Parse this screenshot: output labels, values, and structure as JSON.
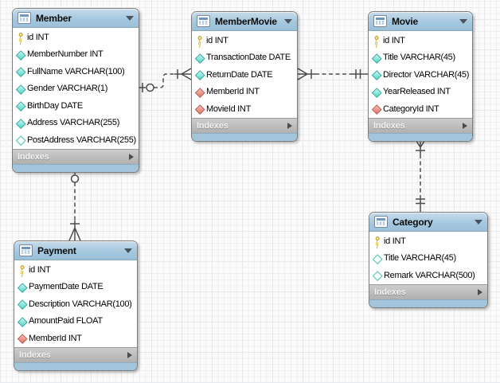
{
  "canvas": {
    "kind": "eer-diagram-grid-canvas"
  },
  "tables": {
    "member": {
      "name": "Member",
      "columns": [
        {
          "text": "id INT",
          "icon": "primary-key"
        },
        {
          "text": "MemberNumber INT",
          "icon": "column"
        },
        {
          "text": "FullName VARCHAR(100)",
          "icon": "column"
        },
        {
          "text": "Gender VARCHAR(1)",
          "icon": "column"
        },
        {
          "text": "BirthDay DATE",
          "icon": "column"
        },
        {
          "text": "Address VARCHAR(255)",
          "icon": "column"
        },
        {
          "text": "PostAddress VARCHAR(255)",
          "icon": "column-nullable"
        }
      ],
      "footer": "Indexes"
    },
    "membermovie": {
      "name": "MemberMovie",
      "columns": [
        {
          "text": "id INT",
          "icon": "primary-key"
        },
        {
          "text": "TransactionDate DATE",
          "icon": "column"
        },
        {
          "text": "ReturnDate DATE",
          "icon": "column"
        },
        {
          "text": "MemberId INT",
          "icon": "foreign-key"
        },
        {
          "text": "MovieId INT",
          "icon": "foreign-key"
        }
      ],
      "footer": "Indexes"
    },
    "movie": {
      "name": "Movie",
      "columns": [
        {
          "text": "id INT",
          "icon": "primary-key"
        },
        {
          "text": "Title VARCHAR(45)",
          "icon": "column"
        },
        {
          "text": "Director VARCHAR(45)",
          "icon": "column"
        },
        {
          "text": "YearReleased INT",
          "icon": "column"
        },
        {
          "text": "CategoryId INT",
          "icon": "foreign-key"
        }
      ],
      "footer": "Indexes"
    },
    "category": {
      "name": "Category",
      "columns": [
        {
          "text": "id INT",
          "icon": "primary-key"
        },
        {
          "text": "Title VARCHAR(45)",
          "icon": "column-nullable"
        },
        {
          "text": "Remark VARCHAR(500)",
          "icon": "column-nullable"
        }
      ],
      "footer": "Indexes"
    },
    "payment": {
      "name": "Payment",
      "columns": [
        {
          "text": "id INT",
          "icon": "primary-key"
        },
        {
          "text": "PaymentDate DATE",
          "icon": "column"
        },
        {
          "text": "Description VARCHAR(100)",
          "icon": "column"
        },
        {
          "text": "AmountPaid FLOAT",
          "icon": "column"
        },
        {
          "text": "MemberId INT",
          "icon": "foreign-key"
        }
      ],
      "footer": "Indexes"
    }
  },
  "relationships": [
    {
      "from": "Member",
      "to": "MemberMovie",
      "from_cardinality": "one-optional (tick + circle)",
      "to_cardinality": "many (tick + crow's foot)",
      "line": "dashed"
    },
    {
      "from": "Movie",
      "to": "MemberMovie",
      "from_cardinality": "exactly-one (double tick)",
      "to_cardinality": "many (tick + crow's foot)",
      "line": "dashed"
    },
    {
      "from": "Category",
      "to": "Movie",
      "from_cardinality": "exactly-one (double tick)",
      "to_cardinality": "many (tick + crow's foot)",
      "line": "dashed"
    },
    {
      "from": "Member",
      "to": "Payment",
      "from_cardinality": "one-optional (tick + circle)",
      "to_cardinality": "many (tick + crow's foot)",
      "line": "dashed"
    }
  ],
  "icons": {
    "table-icon": "mini table grid glyph in header",
    "collapse-arrow-icon": "▼",
    "expand-arrow-icon": "►",
    "primary-key-icon": "gold key",
    "column-icon": "filled teal diamond (NOT NULL)",
    "column-nullable-icon": "hollow teal diamond (nullable)",
    "foreign-key-icon": "filled red diamond (FK)"
  },
  "colors": {
    "header_blue": "#a6c8de",
    "footer_blue": "#a3c5db",
    "indexes_gray": "#b8b8b8",
    "key_gold": "#e3b83a",
    "column_teal": "#55d6ca",
    "fk_red": "#e4756b",
    "relationship_line": "#4c4c4c",
    "grid_line": "#efefef"
  }
}
